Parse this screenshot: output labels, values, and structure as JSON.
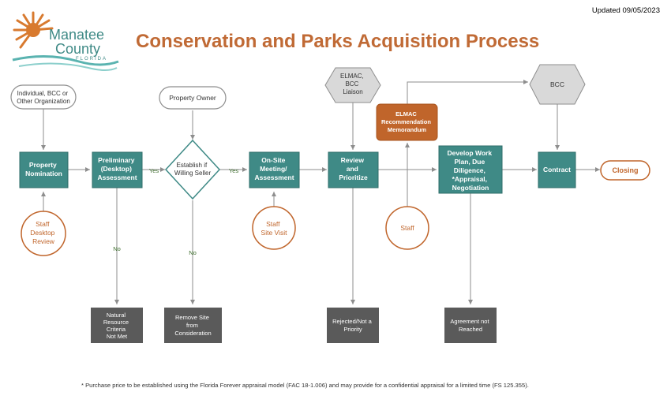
{
  "header": {
    "updated": "Updated 09/05/2023",
    "title": "Conservation and Parks Acquisition Process",
    "logo": {
      "line1": "Manatee",
      "line2": "County",
      "line3": "FLORIDA"
    }
  },
  "nodes": {
    "individual": [
      "Individual, BCC or",
      "Other Organization"
    ],
    "property_owner": [
      "Property Owner"
    ],
    "elmac_liaison": [
      "ELMAC,",
      "BCC",
      "Liaison"
    ],
    "bcc": [
      "BCC"
    ],
    "elmac_memo": [
      "ELMAC",
      "Recommendation",
      "Memorandum"
    ],
    "property_nomination": [
      "Property",
      "Nomination"
    ],
    "preliminary": [
      "Preliminary",
      "(Desktop)",
      "Assessment"
    ],
    "establish": [
      "Establish if",
      "Willing Seller"
    ],
    "onsite": [
      "On-Site",
      "Meeting/",
      "Assessment"
    ],
    "review": [
      "Review",
      "and",
      "Prioritize"
    ],
    "develop": [
      "Develop Work",
      "Plan, Due",
      "Diligence,",
      "*Appraisal,",
      "Negotiation"
    ],
    "contract": [
      "Contract"
    ],
    "closing": [
      "Closing"
    ],
    "staff_desktop": [
      "Staff",
      "Desktop",
      "Review"
    ],
    "staff_site": [
      "Staff",
      "Site Visit"
    ],
    "staff": [
      "Staff"
    ],
    "natural_resource": [
      "Natural",
      "Resource",
      "Criteria",
      "Not Met"
    ],
    "remove_site": [
      "Remove Site",
      "from",
      "Consideration"
    ],
    "rejected": [
      "Rejected/Not a",
      "Priority"
    ],
    "agreement": [
      "Agreement not",
      "Reached"
    ]
  },
  "edge_labels": {
    "yes1": "Yes",
    "yes2": "Yes",
    "no1": "No",
    "no2": "No"
  },
  "footnote": "* Purchase price to be established using the Florida Forever appraisal model (FAC 18-1.006) and may provide for a confidential appraisal for a limited time (FS 125.355).",
  "colors": {
    "title": "#c06a35",
    "teal": "#3f8a86",
    "orange": "#c0652b",
    "dark": "#5a5a5a",
    "gray": "#d9d9d9",
    "arrow": "#8e8e8e"
  }
}
